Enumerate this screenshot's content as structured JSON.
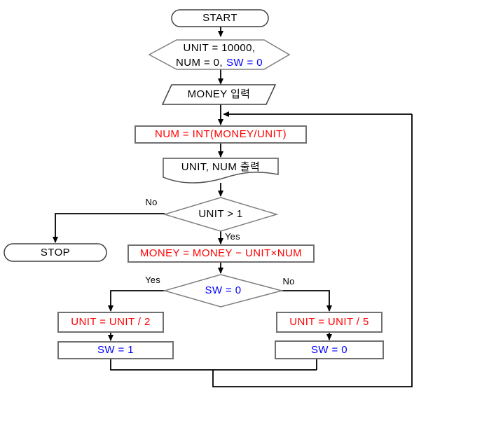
{
  "diagram": {
    "type": "flowchart",
    "background": "#ffffff",
    "colors": {
      "flow_line": "#000000",
      "shape_border_gray": "#808080",
      "process_border_gray": "#707070",
      "formula_red": "#ff0000",
      "variable_blue": "#0000ff",
      "text_black": "#000000"
    },
    "nodes": {
      "start": {
        "type": "terminator",
        "label": "START"
      },
      "init": {
        "type": "preparation",
        "line1": "UNIT = 10000,",
        "line2_part1": "NUM = 0,",
        "line2_part2": "SW = 0"
      },
      "input_money": {
        "type": "input",
        "label": "MONEY 입력"
      },
      "calc_num": {
        "type": "process",
        "label": "NUM = INT(MONEY/UNIT)"
      },
      "output_unit_num": {
        "type": "document",
        "label": "UNIT, NUM 출력"
      },
      "check_unit": {
        "type": "decision",
        "label": "UNIT > 1",
        "yes_label": "Yes",
        "no_label": "No"
      },
      "stop": {
        "type": "terminator",
        "label": "STOP"
      },
      "calc_money": {
        "type": "process",
        "label": "MONEY = MONEY − UNIT×NUM"
      },
      "check_sw": {
        "type": "decision",
        "label": "SW = 0",
        "yes_label": "Yes",
        "no_label": "No"
      },
      "unit_div_2": {
        "type": "process",
        "label": "UNIT = UNIT / 2"
      },
      "sw_to_1": {
        "type": "process",
        "label": "SW = 1"
      },
      "unit_div_5": {
        "type": "process",
        "label": "UNIT = UNIT / 5"
      },
      "sw_to_0": {
        "type": "process",
        "label": "SW = 0"
      }
    }
  }
}
